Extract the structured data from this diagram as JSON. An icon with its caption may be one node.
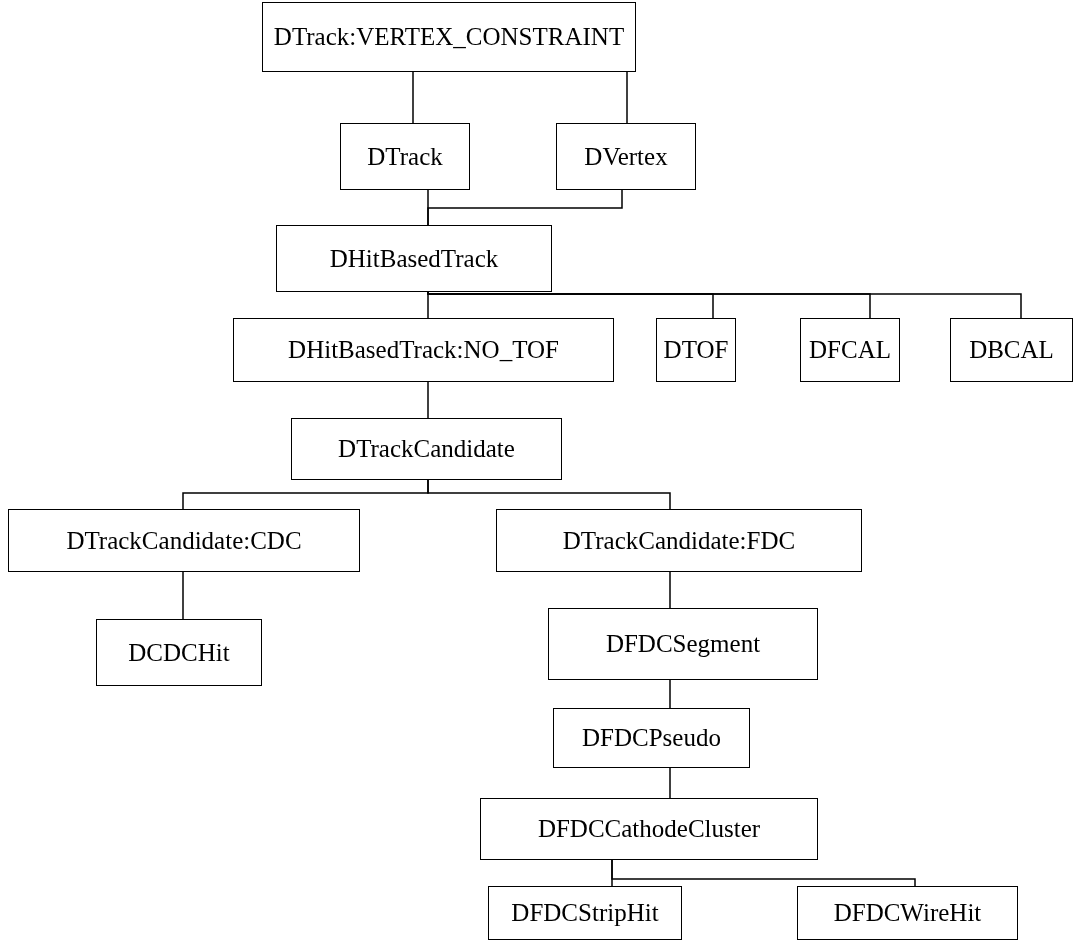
{
  "diagram": {
    "nodes": [
      {
        "text": [
          "DTrack:VERTEX_CONSTRAINT"
        ]
      },
      {
        "text": [
          "DTrack"
        ]
      },
      {
        "text": [
          "DVertex"
        ]
      },
      {
        "text": [
          "DHitBasedTrack"
        ]
      },
      {
        "text": [
          "DHitBasedTrack:NO_TOF"
        ]
      },
      {
        "text": [
          "DTOF"
        ]
      },
      {
        "text": [
          "DFCAL"
        ]
      },
      {
        "text": [
          "DBCAL"
        ]
      },
      {
        "text": [
          "DTrackCandidate"
        ]
      },
      {
        "text": [
          "DTrackCandidate:CDC"
        ]
      },
      {
        "text": [
          "DTrackCandidate:FDC"
        ]
      },
      {
        "text": [
          "DCDCHit"
        ]
      },
      {
        "text": [
          "DFDCSegment"
        ]
      },
      {
        "text": [
          "DFDCPseudo"
        ]
      },
      {
        "text": [
          "DFDCCathodeCluster"
        ]
      },
      {
        "text": [
          "DFDCStripHit"
        ]
      },
      {
        "text": [
          "DFDCWireHit"
        ]
      }
    ],
    "edges": [
      {
        "from": 0,
        "to": 1,
        "arrow": "none"
      },
      {
        "from": 0,
        "to": 2,
        "arrow": "none"
      },
      {
        "from": 1,
        "to": 3,
        "arrow": "none"
      },
      {
        "from": 2,
        "to": 3,
        "arrow": "none"
      },
      {
        "from": 3,
        "to": 4,
        "arrow": "none"
      },
      {
        "from": 3,
        "to": 5,
        "arrow": "none"
      },
      {
        "from": 3,
        "to": 6,
        "arrow": "none"
      },
      {
        "from": 3,
        "to": 7,
        "arrow": "none"
      },
      {
        "from": 4,
        "to": 8,
        "arrow": "none"
      },
      {
        "from": 8,
        "to": 9,
        "arrow": "none"
      },
      {
        "from": 8,
        "to": 10,
        "arrow": "none"
      },
      {
        "from": 9,
        "to": 11,
        "arrow": "none"
      },
      {
        "from": 10,
        "to": 12,
        "arrow": "none"
      },
      {
        "from": 12,
        "to": 13,
        "arrow": "none"
      },
      {
        "from": 13,
        "to": 14,
        "arrow": "none"
      },
      {
        "from": 14,
        "to": 15,
        "arrow": "none"
      },
      {
        "from": 14,
        "to": 16,
        "arrow": "none"
      }
    ]
  }
}
